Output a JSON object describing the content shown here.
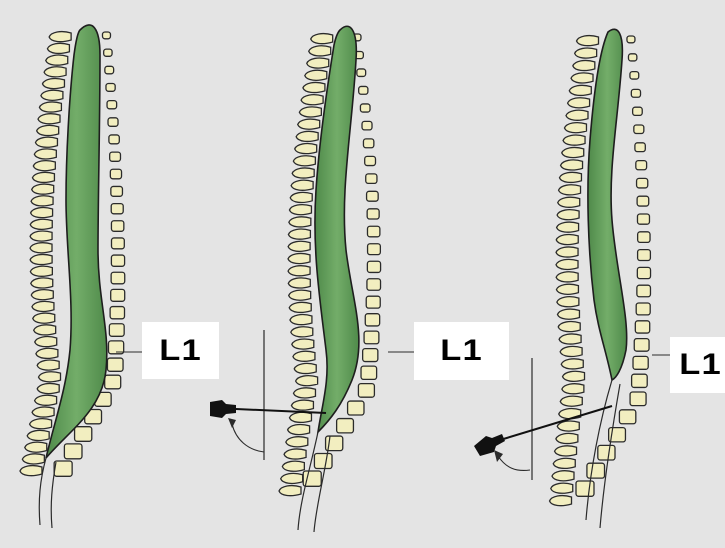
{
  "figure": {
    "background_color": "#e4e4e4",
    "cord_color": "#5e9a58",
    "vertebra_color": "#f2eec0",
    "panels": [
      {
        "name": "panel-1",
        "level_label": "L1",
        "has_needle": false
      },
      {
        "name": "panel-2",
        "level_label": "L1",
        "has_needle": true
      },
      {
        "name": "panel-3",
        "level_label": "L1",
        "has_needle": true
      }
    ]
  }
}
